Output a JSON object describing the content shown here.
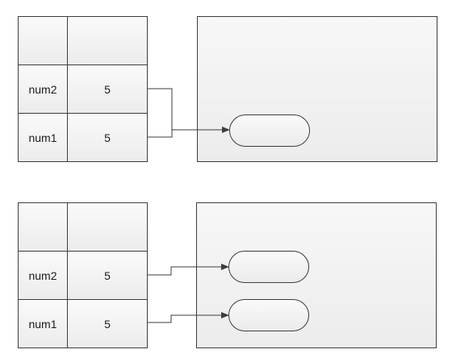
{
  "diagrams": [
    {
      "rows": [
        {
          "name": "",
          "value": ""
        },
        {
          "name": "num2",
          "value": "5"
        },
        {
          "name": "num1",
          "value": "5"
        }
      ]
    },
    {
      "rows": [
        {
          "name": "",
          "value": ""
        },
        {
          "name": "num2",
          "value": "5"
        },
        {
          "name": "num1",
          "value": "5"
        }
      ]
    }
  ],
  "colors": {
    "border": "#3d3d3d",
    "fill": "#f0f0f0"
  }
}
